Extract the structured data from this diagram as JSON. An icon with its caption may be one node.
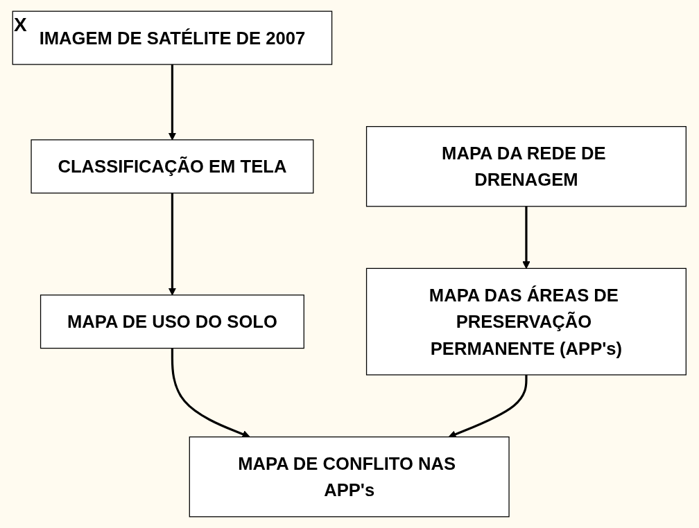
{
  "diagram": {
    "nodes": [
      {
        "text": [
          "IMAGEM DE SATÉLITE DE 2007"
        ]
      },
      {
        "text": [
          "CLASSIFICAÇÃO EM TELA"
        ]
      },
      {
        "text": [
          "MAPA DA REDE DE DRENAGEM"
        ]
      },
      {
        "text": [
          "MAPA DE USO DO SOLO"
        ]
      },
      {
        "text": [
          "MAPA DAS ÁREAS DE PRESERVAÇÃO PERMANENTE (APP's)"
        ]
      },
      {
        "text": [
          "MAPA DE CONFLITO NAS APP's"
        ]
      }
    ],
    "edges": [
      {
        "from": 0,
        "to": 1,
        "arrow": "to"
      },
      {
        "from": 1,
        "to": 3,
        "arrow": "to"
      },
      {
        "from": 2,
        "to": 4,
        "arrow": "to"
      },
      {
        "from": 3,
        "to": 5,
        "arrow": "to"
      },
      {
        "from": 4,
        "to": 5,
        "arrow": "to"
      }
    ],
    "labels": [
      "X"
    ]
  }
}
